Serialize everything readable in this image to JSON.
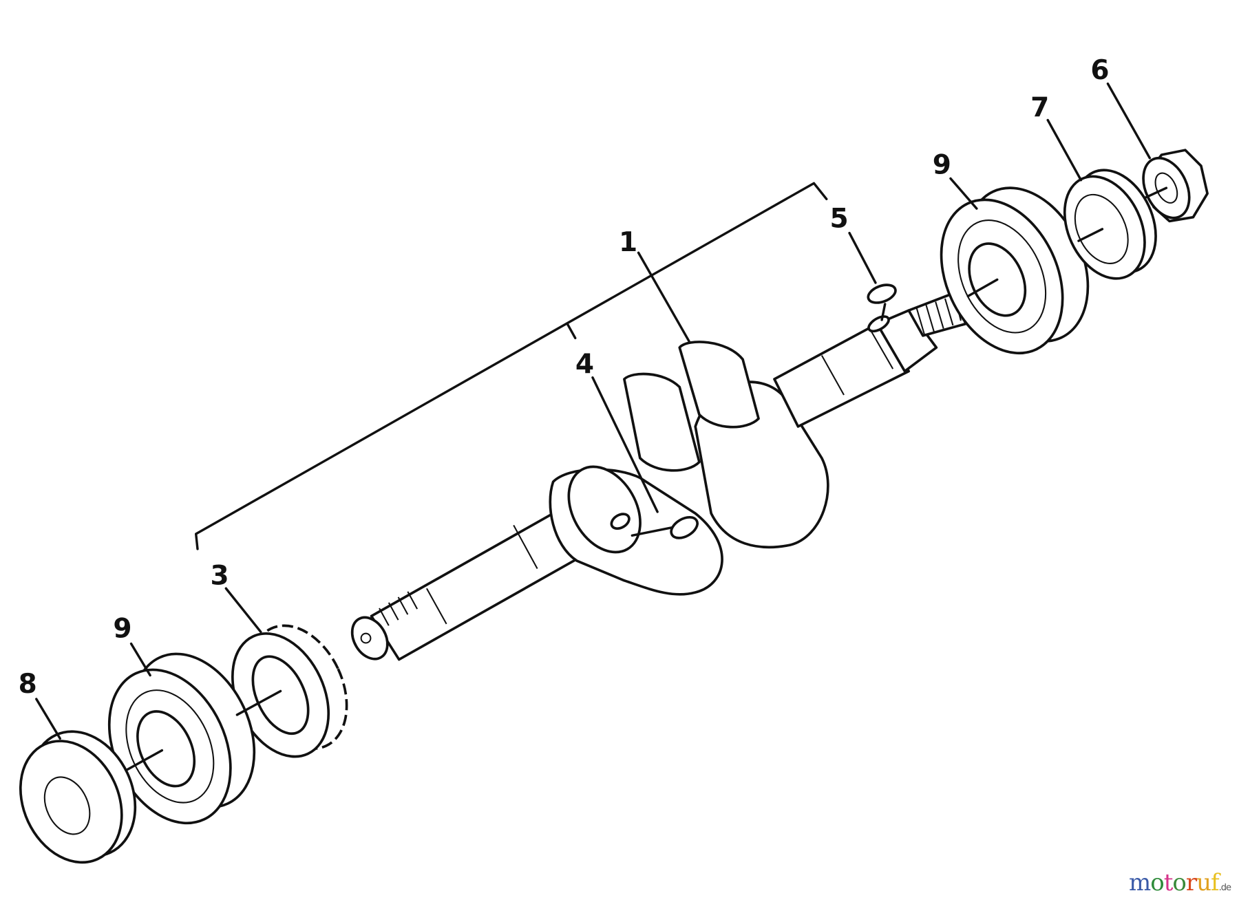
{
  "callouts": [
    {
      "id": "label-1",
      "text": "1",
      "part": "crankshaft"
    },
    {
      "id": "label-3",
      "text": "3",
      "part": "timing-gear"
    },
    {
      "id": "label-4",
      "text": "4",
      "part": "key-pto-end"
    },
    {
      "id": "label-5",
      "text": "5",
      "part": "key-flywheel-end"
    },
    {
      "id": "label-6",
      "text": "6",
      "part": "nut"
    },
    {
      "id": "label-7",
      "text": "7",
      "part": "oil-seal-right"
    },
    {
      "id": "label-8",
      "text": "8",
      "part": "oil-seal-left"
    },
    {
      "id": "label-9a",
      "text": "9",
      "part": "ball-bearing-left"
    },
    {
      "id": "label-9b",
      "text": "9",
      "part": "ball-bearing-right"
    }
  ],
  "watermark": {
    "letters": [
      "m",
      "o",
      "t",
      "o",
      "r",
      "u",
      "f"
    ],
    "colors": [
      "#3a5aa8",
      "#2e8b3a",
      "#d6338a",
      "#3a8a3a",
      "#d9481c",
      "#e0a020",
      "#e8c020"
    ],
    "suffix": ".de"
  }
}
